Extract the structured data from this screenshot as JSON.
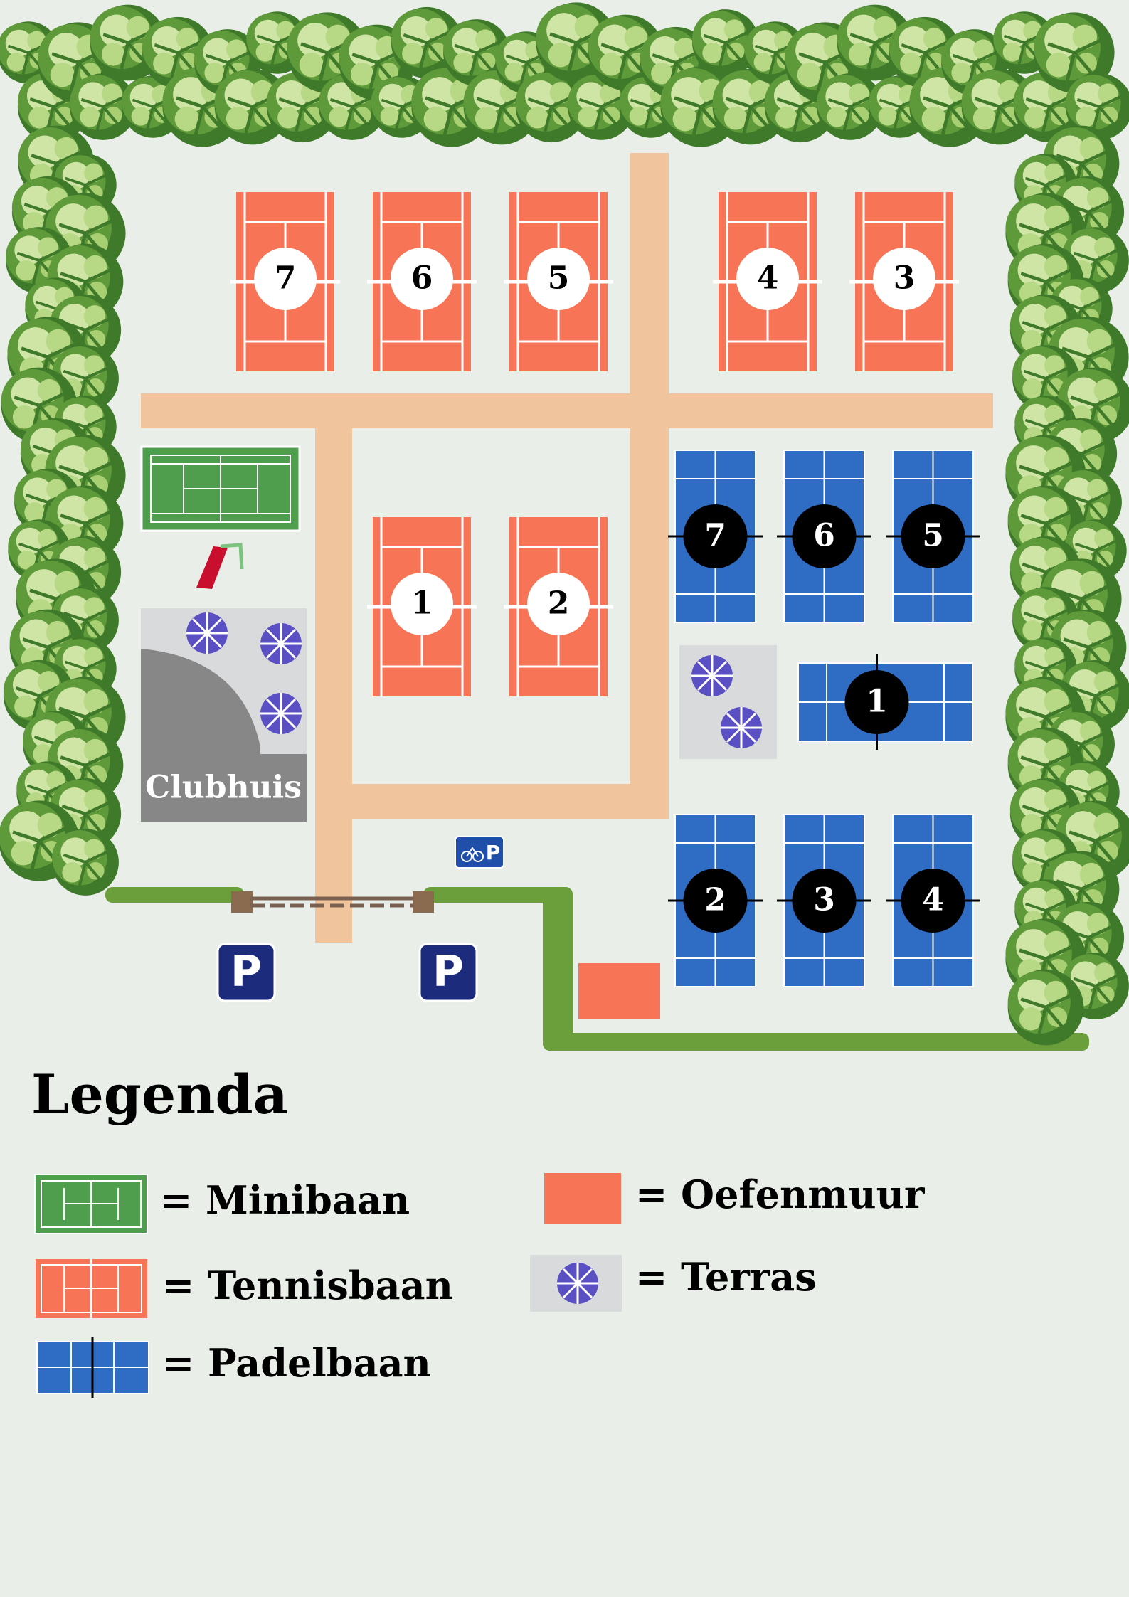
{
  "colors": {
    "background": "#e9efe8",
    "path": "#f0c49c",
    "clay": "#f77456",
    "padel": "#2f6cc4",
    "mini": "#4e9e4e",
    "terrace": "#d9dadb",
    "clubhouse": "#878787",
    "umbrella": "#5b4fc4",
    "parking": "#1d2b7d",
    "tree_dark": "#4f8a32",
    "tree_light": "#cfe5a6"
  },
  "tennis_courts": [
    {
      "number": "7"
    },
    {
      "number": "6"
    },
    {
      "number": "5"
    },
    {
      "number": "4"
    },
    {
      "number": "3"
    },
    {
      "number": "1"
    },
    {
      "number": "2"
    }
  ],
  "padel_courts": [
    {
      "number": "7"
    },
    {
      "number": "6"
    },
    {
      "number": "5"
    },
    {
      "number": "1"
    },
    {
      "number": "2"
    },
    {
      "number": "3"
    },
    {
      "number": "4"
    }
  ],
  "clubhouse": {
    "label": "Clubhuis"
  },
  "parking": {
    "label": "P",
    "bike_label": "P"
  },
  "legend": {
    "title": "Legenda",
    "mini": "= Minibaan",
    "tennis": "= Tennisbaan",
    "padel": "= Padelbaan",
    "wall": "= Oefenmuur",
    "terrace": "= Terras"
  },
  "icons": [
    "tree-icon",
    "umbrella-icon",
    "slide-icon",
    "bicycle-icon",
    "parking-icon"
  ]
}
